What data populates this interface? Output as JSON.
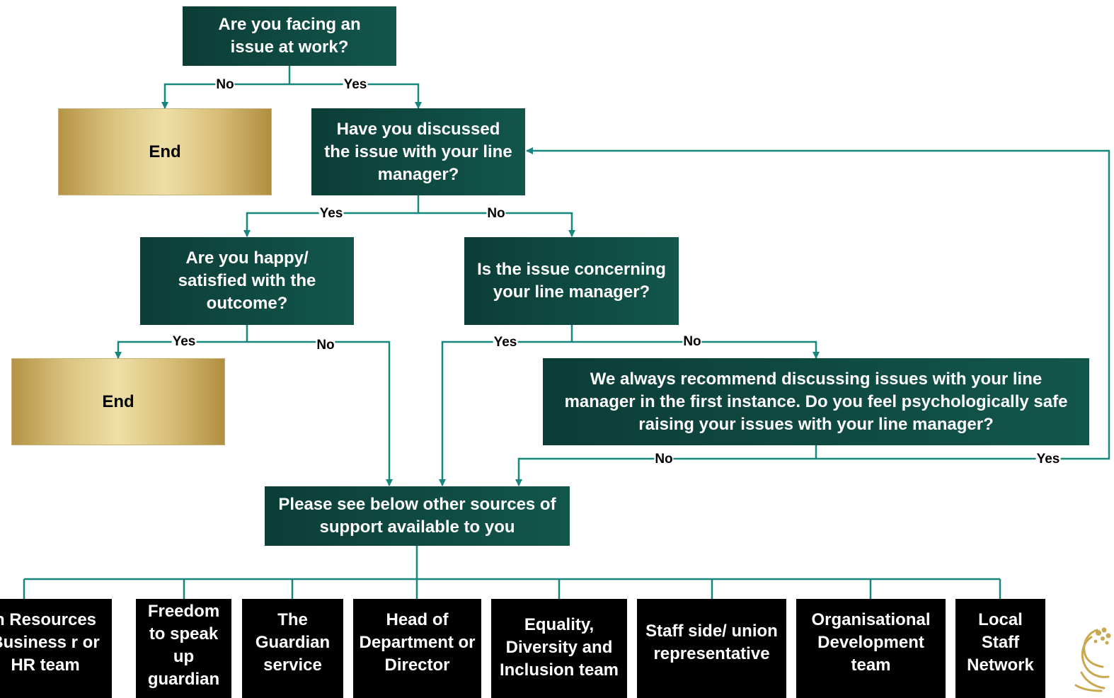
{
  "questions": {
    "q1": "Are you facing an issue at work?",
    "q2": "Have you discussed the issue with your line manager?",
    "q3": "Are you happy/ satisfied with the outcome?",
    "q4": "Is the issue concerning your line manager?",
    "q5": "We always recommend discussing issues with your line manager in the first instance. Do you feel psychologically safe raising your issues with your line manager?",
    "support": "Please see below other sources of support available to you"
  },
  "ends": {
    "end1": "End",
    "end2": "End"
  },
  "labels": {
    "q1_no": "No",
    "q1_yes": "Yes",
    "q2_yes": "Yes",
    "q2_no": "No",
    "q3_yes": "Yes",
    "q3_no": "No",
    "q4_yes": "Yes",
    "q4_no": "No",
    "q5_no": "No",
    "q5_yes": "Yes"
  },
  "sources": [
    "n Resources Business r or HR team",
    "Freedom to speak up guardian",
    "The Guardian service",
    "Head of Department or Director",
    "Equality, Diversity and Inclusion team",
    "Staff side/ union representative",
    "Organisational Development team",
    "Local Staff Network"
  ],
  "colors": {
    "connector": "#17877d",
    "question_box": "#0f4b42",
    "source_box": "#000000",
    "end_gold": "#d9c27e"
  },
  "icons": {
    "crest": "gold-crest-icon"
  }
}
